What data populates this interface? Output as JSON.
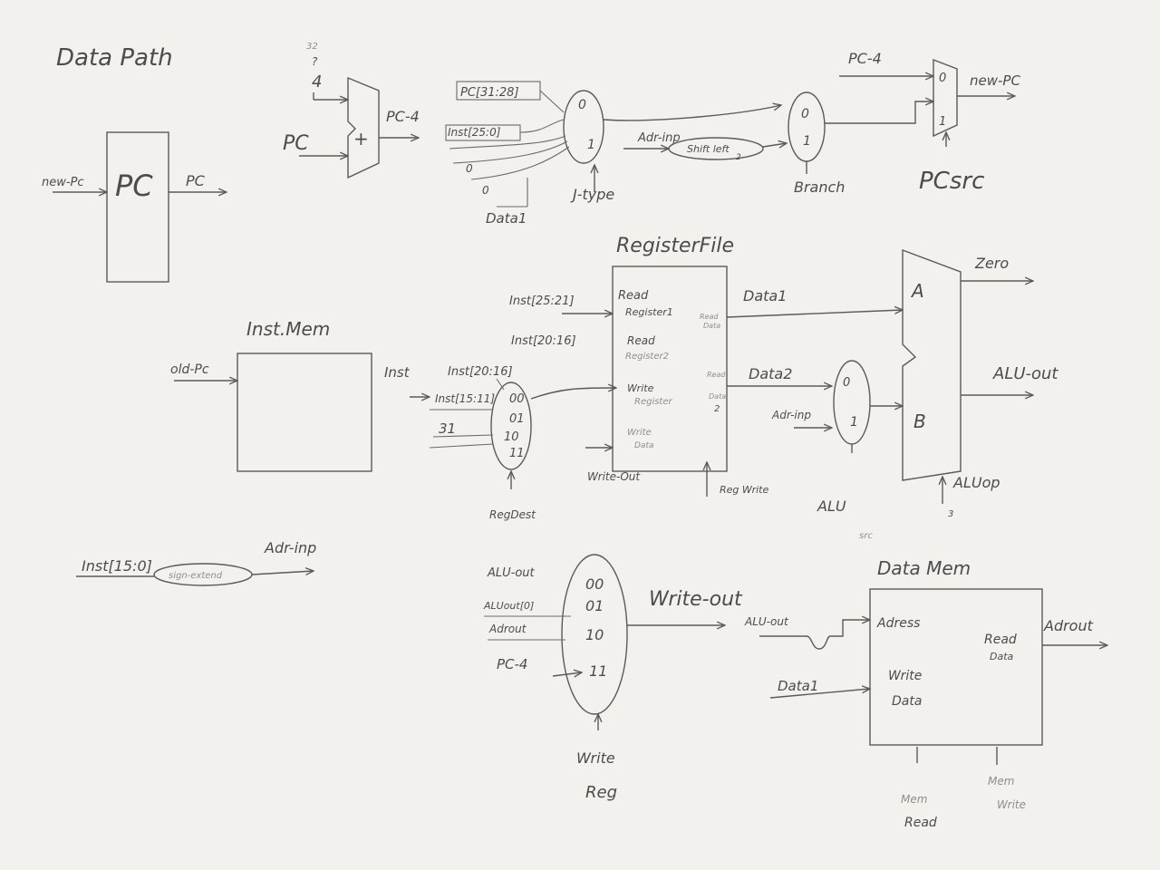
{
  "title": "Data Path",
  "pc_register": {
    "label": "PC",
    "input": "new-Pc",
    "output": "PC"
  },
  "pc_adder": {
    "input_pc": "PC",
    "constant_a": "32",
    "constant_b": "?",
    "constant_c": "4",
    "op": "+",
    "output": "PC-4"
  },
  "jump_mux": {
    "in_a": "PC[31:28]",
    "in_b": "Inst[25:0]",
    "in_c": "0",
    "in_d": "0",
    "in_e": "Data1",
    "sel0": "0",
    "sel1": "1",
    "control": "J-type"
  },
  "shift_unit": {
    "input": "Adr-inp",
    "label": "Shift left",
    "amount": "2"
  },
  "branch_mux": {
    "sel0": "0",
    "sel1": "1",
    "control": "Branch"
  },
  "pcsrc_mux": {
    "input_top": "PC-4",
    "sel0": "0",
    "sel1": "1",
    "output": "new-PC",
    "control": "PCsrc"
  },
  "inst_mem": {
    "label": "Inst.Mem",
    "input": "old-Pc",
    "output": "Inst"
  },
  "regdest_mux": {
    "in_top": "Inst[20:16]",
    "in_b": "Inst[15:11]",
    "in_c": "31",
    "codes": [
      "00",
      "01",
      "10",
      "11"
    ],
    "control": "RegDest"
  },
  "register_file": {
    "title": "RegisterFile",
    "in1": "Inst[25:21]",
    "in2": "Inst[20:16]",
    "p_read1_a": "Read",
    "p_read1_b": "Register1",
    "p_read2_a": "Read",
    "p_read2_b": "Register2",
    "p_write_a": "Write",
    "p_write_b": "Register",
    "p_wdata_a": "Write",
    "p_wdata_b": "Data",
    "p_rd1_a": "Read",
    "p_rd1_b": "Data",
    "p_rd2_a": "Read",
    "p_rd2_b": "Data",
    "p_rd2_c": "2",
    "write_in": "Write-Out",
    "control": "Reg Write",
    "out1": "Data1",
    "out2": "Data2"
  },
  "alusrc_mux": {
    "in_b": "Adr-inp",
    "sel0": "0",
    "sel1": "1",
    "control_a": "ALU",
    "control_b": "src"
  },
  "alu": {
    "port_a": "A",
    "port_b": "B",
    "zero": "Zero",
    "out": "ALU-out",
    "control": "ALUop",
    "width": "3"
  },
  "sign_extend": {
    "input": "Inst[15:0]",
    "label": "sign-extend",
    "output": "Adr-inp"
  },
  "writeback_mux": {
    "inputs": [
      "ALU-out",
      "ALUout[0]",
      "Adrout",
      "PC-4"
    ],
    "codes": [
      "00",
      "01",
      "10",
      "11"
    ],
    "output": "Write-out",
    "control_a": "Write",
    "control_b": "Reg"
  },
  "data_mem": {
    "title": "Data Mem",
    "in_addr": "ALU-out",
    "in_data": "Data1",
    "p_addr": "Adress",
    "p_wd_a": "Write",
    "p_wd_b": "Data",
    "p_rd_a": "Read",
    "p_rd_b": "Data",
    "out": "Adrout",
    "ctrl_read_a": "Mem",
    "ctrl_read_b": "Read",
    "ctrl_write_a": "Mem",
    "ctrl_write_b": "Write"
  }
}
